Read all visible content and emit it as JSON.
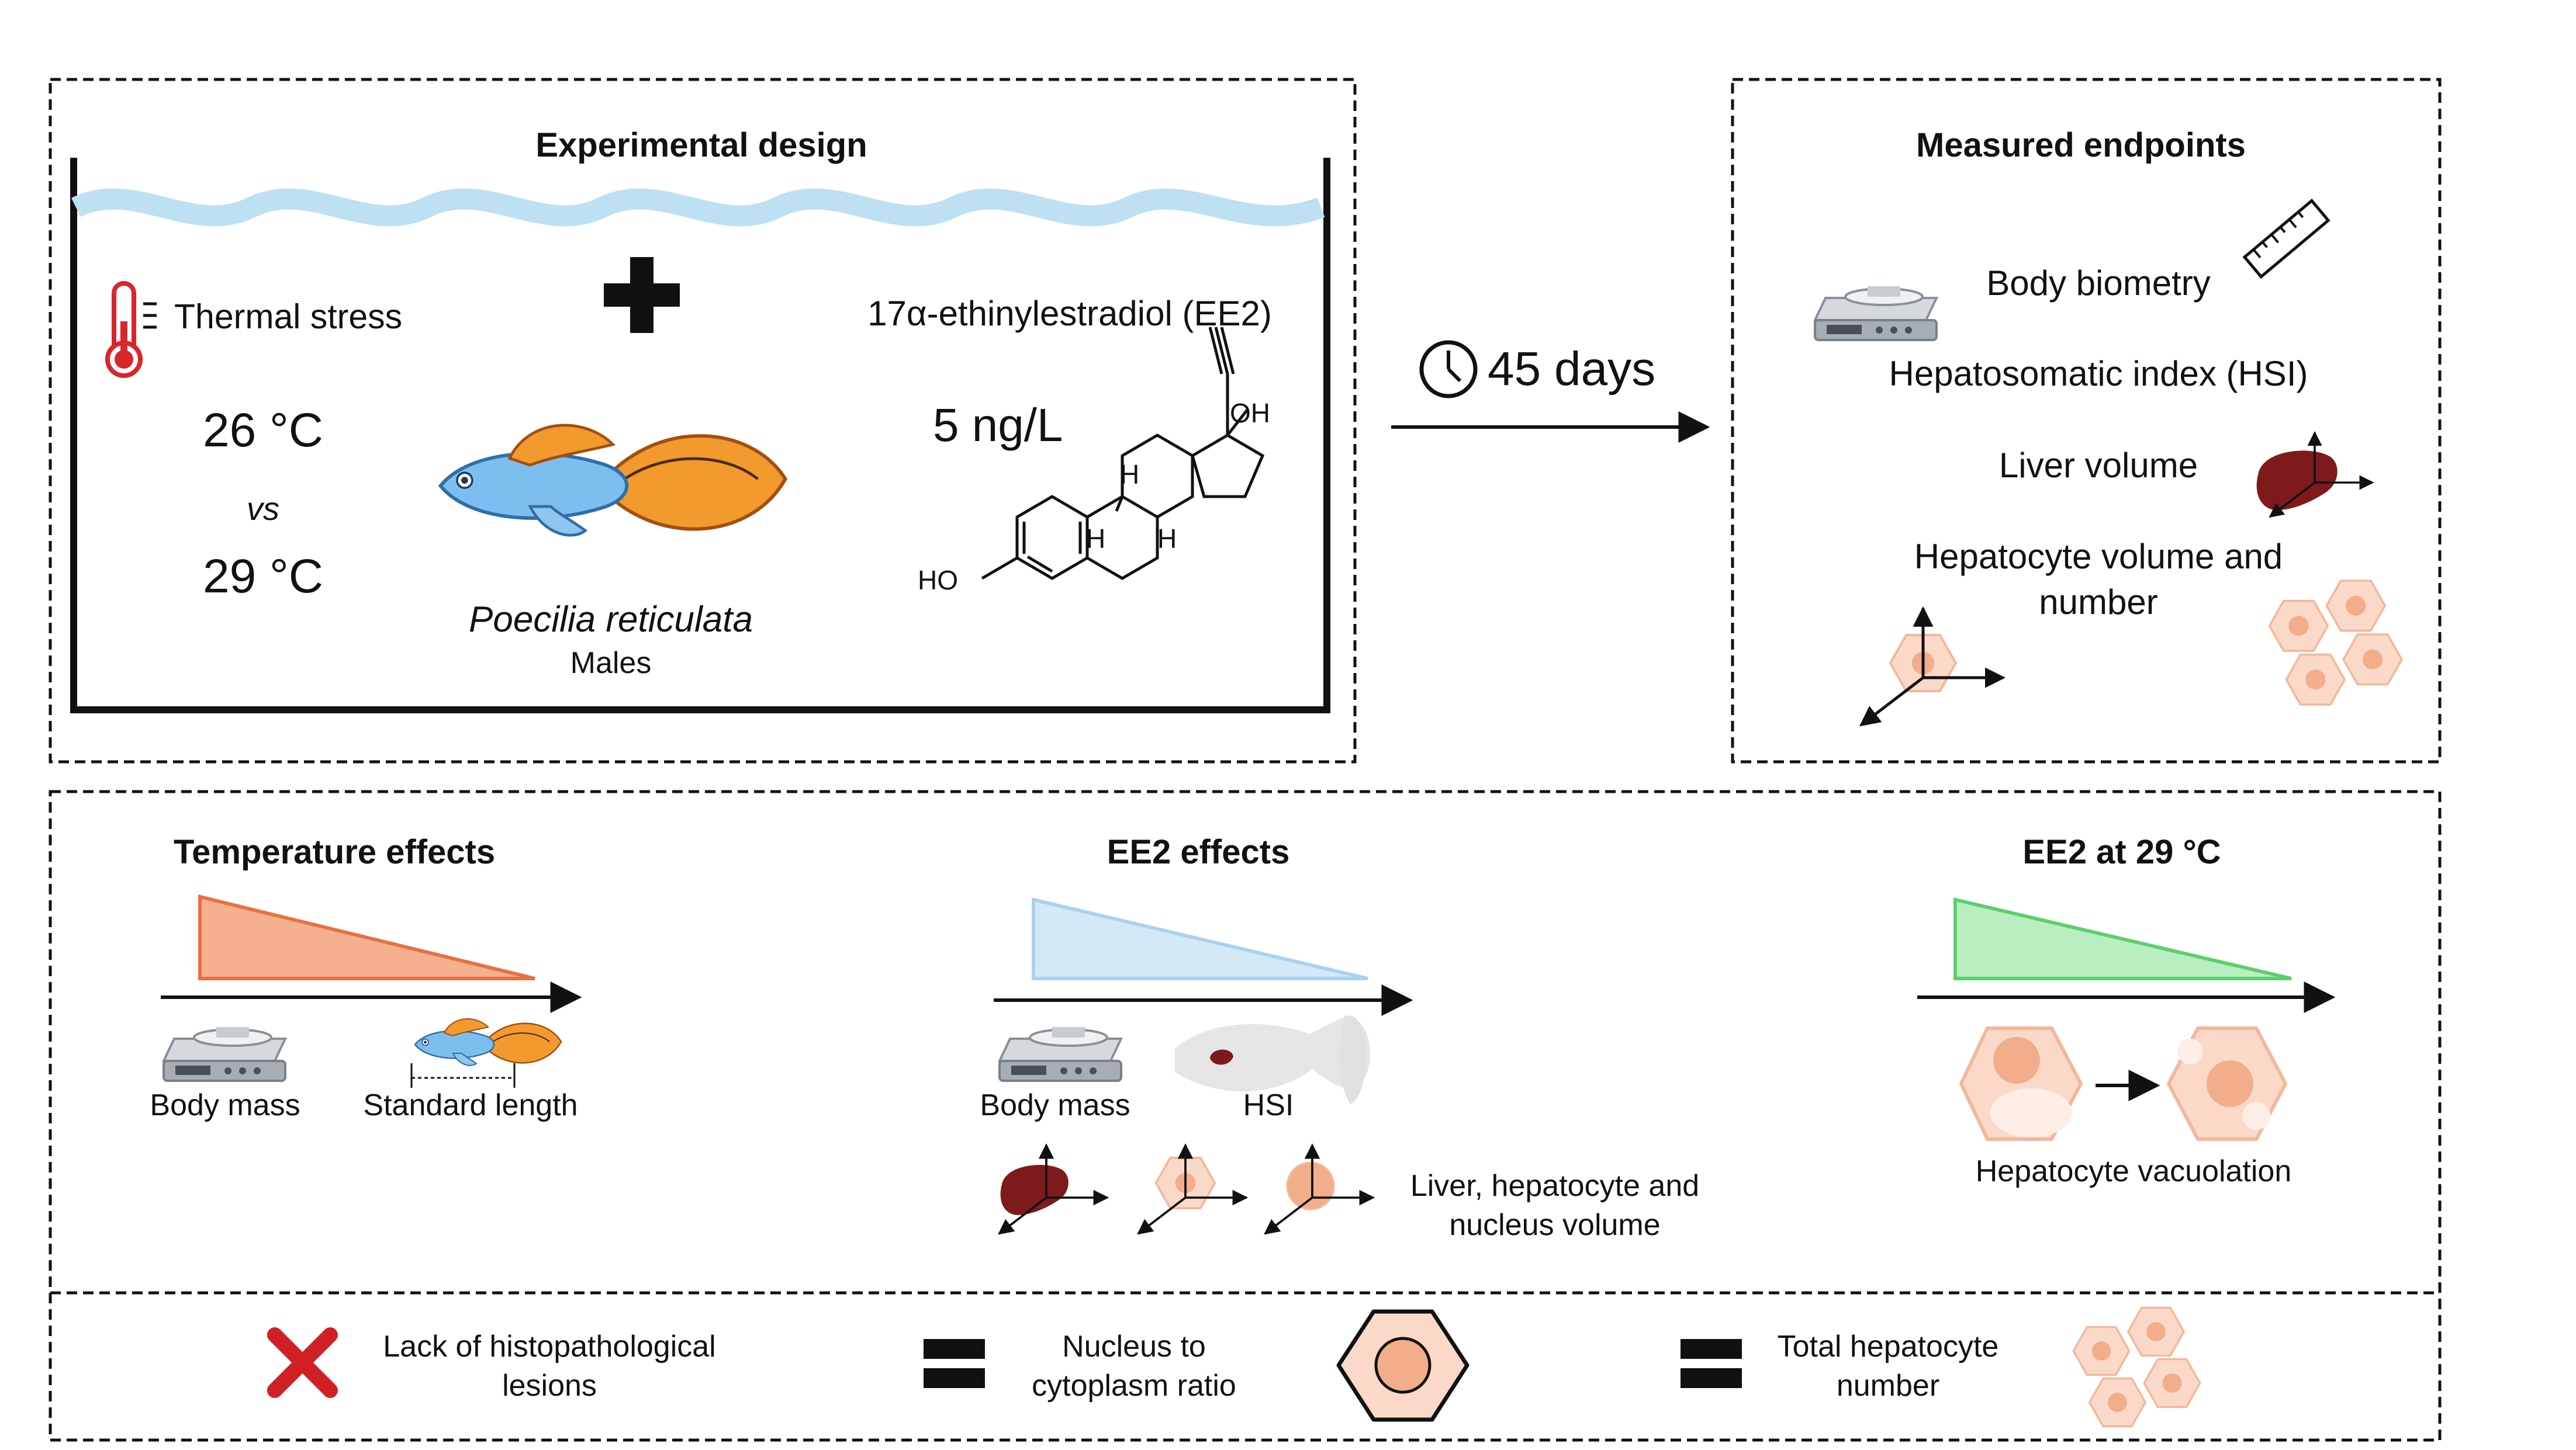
{
  "experimental_design": {
    "title": "Experimental design",
    "thermal_label": "Thermal stress",
    "temp_low": "26 °C",
    "vs": "vs",
    "temp_high": "29 °C",
    "species": "Poecilia reticulata",
    "sex": "Males",
    "compound": "17α-ethinylestradiol (EE2)",
    "concentration": "5 ng/L",
    "chem_labels": {
      "oh": "OH",
      "ho": "HO",
      "h1": "H",
      "h2": "H",
      "h3": "H"
    }
  },
  "duration": {
    "label": "45 days"
  },
  "endpoints": {
    "title": "Measured endpoints",
    "items": [
      "Body biometry",
      "Hepatosomatic index (HSI)",
      "Liver volume",
      "Hepatocyte volume and",
      "number"
    ]
  },
  "temperature_effects": {
    "title": "Temperature effects",
    "labels": [
      "Body mass",
      "Standard length"
    ]
  },
  "ee2_effects": {
    "title": "EE2 effects",
    "labels": [
      "Body mass",
      "HSI"
    ],
    "volume_label_1": "Liver, hepatocyte and",
    "volume_label_2": "nucleus volume"
  },
  "ee2_29": {
    "title": "EE2 at 29 °C",
    "label": "Hepatocyte vacuolation"
  },
  "footer": {
    "lesions_1": "Lack of histopathological",
    "lesions_2": "lesions",
    "ratio_1": "Nucleus to",
    "ratio_2": "cytoplasm ratio",
    "total_1": "Total hepatocyte",
    "total_2": "number"
  },
  "colors": {
    "water": "#bde0f2",
    "thermometer": "#d9262b",
    "temp_triangle": "#f4b08f",
    "temp_triangle_edge": "#e8703f",
    "ee2_triangle": "#d4e9f7",
    "ee2_triangle_edge": "#a9d2ef",
    "ee2_29_triangle": "#b9eec0",
    "ee2_29_triangle_edge": "#5ccf6c",
    "liver": "#7e1a1c",
    "cell_fill": "#fbd9c8",
    "cell_edge": "#f3b79b",
    "nucleus": "#f2ad8b",
    "cross": "#d11f26"
  }
}
